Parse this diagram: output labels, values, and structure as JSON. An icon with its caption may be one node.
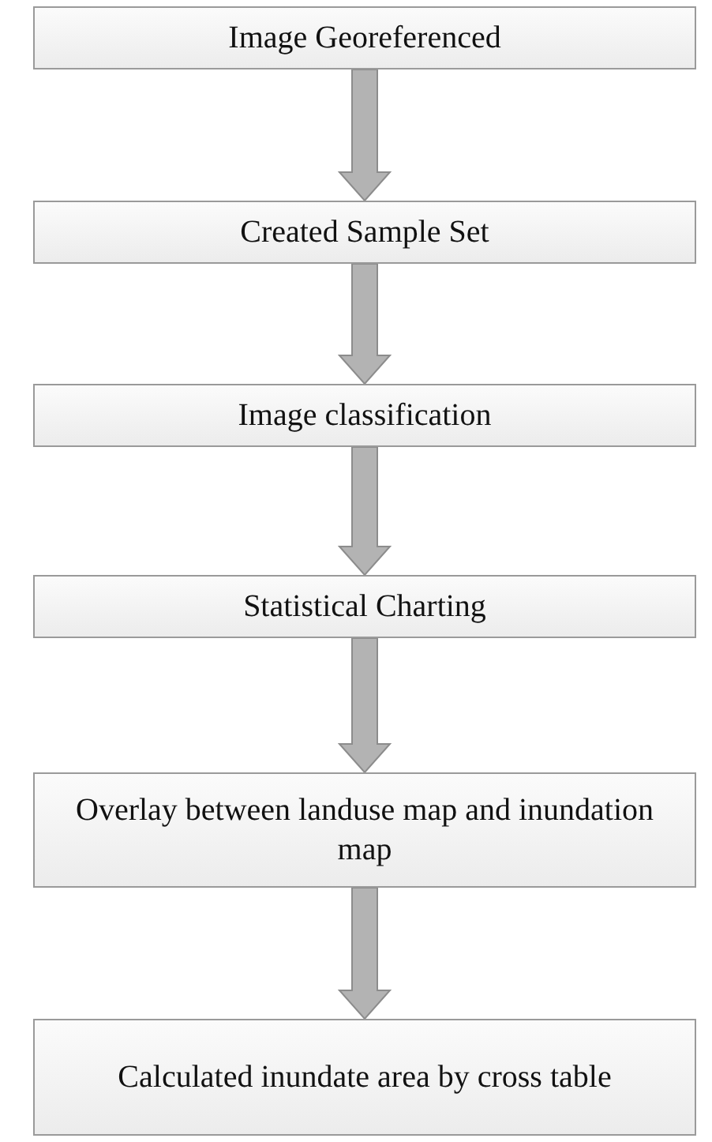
{
  "diagram": {
    "nodes": [
      {
        "text": [
          "Image Georeferenced"
        ]
      },
      {
        "text": [
          "Created Sample Set"
        ]
      },
      {
        "text": [
          "Image classification"
        ]
      },
      {
        "text": [
          "Statistical Charting"
        ]
      },
      {
        "text": [
          "Overlay between landuse map and inundation map"
        ]
      },
      {
        "text": [
          "Calculated inundate area by cross table"
        ]
      }
    ],
    "edges": [
      {
        "from": 0,
        "to": 1,
        "arrow": "to"
      },
      {
        "from": 1,
        "to": 2,
        "arrow": "to"
      },
      {
        "from": 2,
        "to": 3,
        "arrow": "to"
      },
      {
        "from": 3,
        "to": 4,
        "arrow": "to"
      },
      {
        "from": 4,
        "to": 5,
        "arrow": "to"
      }
    ]
  }
}
